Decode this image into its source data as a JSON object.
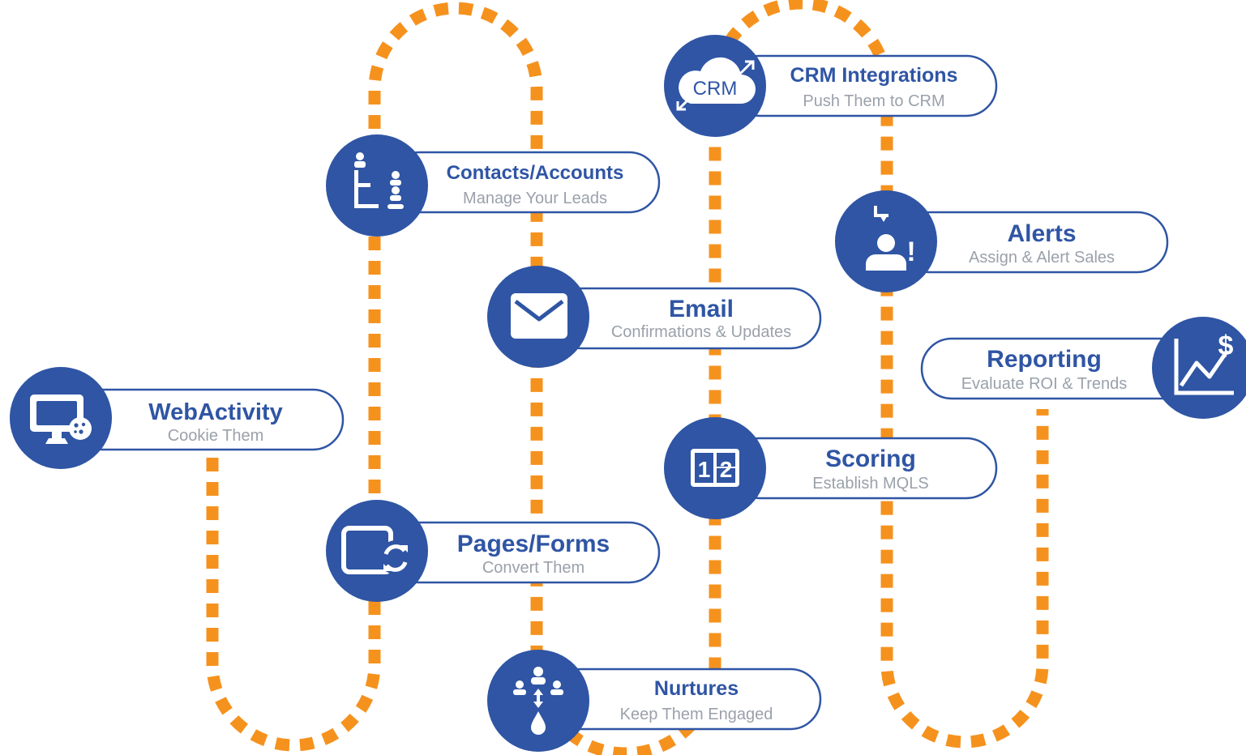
{
  "colors": {
    "accent_blue": "#2f55a4",
    "path_orange": "#f5921e",
    "subtitle_gray": "#9aa1ab",
    "background": "#ffffff"
  },
  "steps": [
    {
      "key": "webactivity",
      "title": "WebActivity",
      "subtitle": "Cookie Them",
      "icon": "monitor-cookie-icon"
    },
    {
      "key": "contacts",
      "title": "Contacts/Accounts",
      "subtitle": "Manage Your Leads",
      "icon": "org-chart-people-icon"
    },
    {
      "key": "pages",
      "title": "Pages/Forms",
      "subtitle": "Convert Them",
      "icon": "page-refresh-icon"
    },
    {
      "key": "email",
      "title": "Email",
      "subtitle": "Confirmations & Updates",
      "icon": "envelope-icon"
    },
    {
      "key": "nurtures",
      "title": "Nurtures",
      "subtitle": "Keep Them Engaged",
      "icon": "people-drip-icon"
    },
    {
      "key": "crm",
      "title": "CRM Integrations",
      "subtitle": "Push Them to CRM",
      "icon": "crm-cloud-icon",
      "icon_text": "CRM"
    },
    {
      "key": "scoring",
      "title": "Scoring",
      "subtitle": "Establish MQLS",
      "icon": "scoreboard-icon",
      "icon_text_1": "1",
      "icon_text_2": "2"
    },
    {
      "key": "alerts",
      "title": "Alerts",
      "subtitle": "Assign & Alert Sales",
      "icon": "person-alert-icon",
      "icon_text": "!"
    },
    {
      "key": "reporting",
      "title": "Reporting",
      "subtitle": "Evaluate ROI & Trends",
      "icon": "trend-dollar-icon",
      "icon_text": "$"
    }
  ]
}
